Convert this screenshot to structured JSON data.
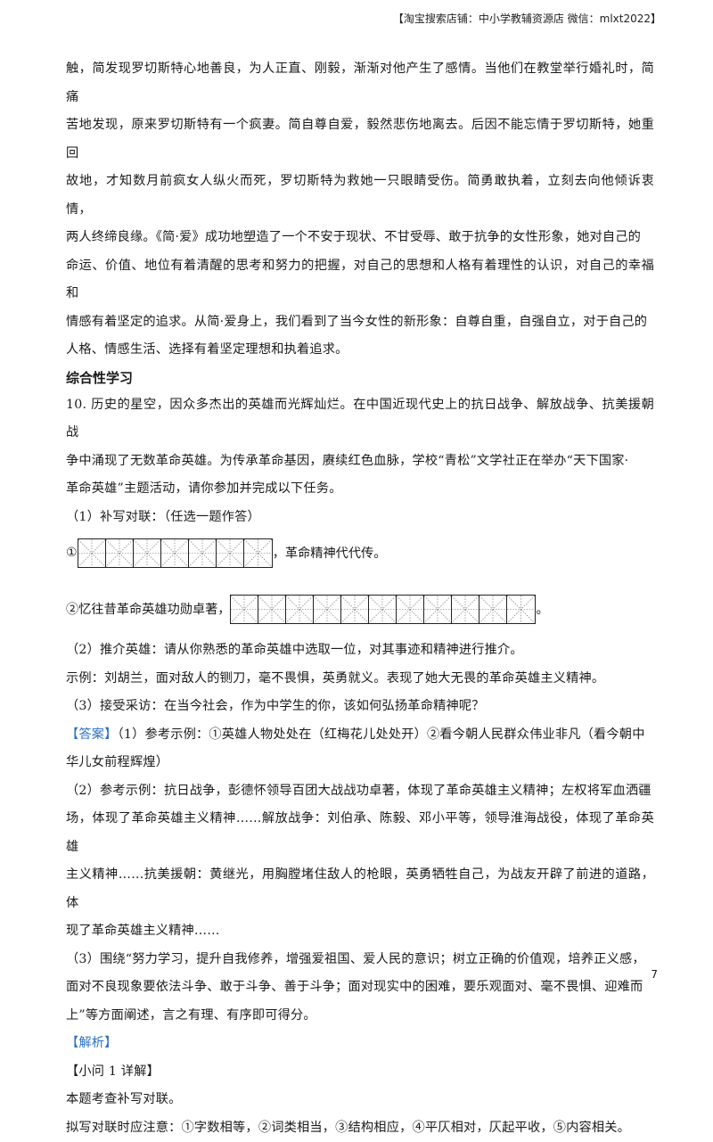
{
  "header": {
    "text": "【淘宝搜索店铺：中小学教辅资源店  微信：mlxt2022】"
  },
  "paragraphs_top": [
    "触，简发现罗切斯特心地善良，为人正直、刚毅，渐渐对他产生了感情。当他们在教堂举行婚礼时，简痛",
    "苦地发现，原来罗切斯特有一个疯妻。简自尊自爱，毅然悲伤地离去。后因不能忘情于罗切斯特，她重回",
    "故地，才知数月前疯女人纵火而死，罗切斯特为救她一只眼睛受伤。简勇敢执着，立刻去向他倾诉衷情，",
    "两人终缔良缘。《简·爱》成功地塑造了一个不安于现状、不甘受辱、敢于抗争的女性形象，她对自己的",
    "命运、价值、地位有着清醒的思考和努力的把握，对自己的思想和人格有着理性的认识，对自己的幸福和",
    "情感有着坚定的追求。从简·爱身上，我们看到了当今女性的新形象：自尊自重，自强自立，对于自己的",
    "人格、情感生活、选择有着坚定理想和执着追求。"
  ],
  "section_title": "综合性学习",
  "question": [
    "10. 历史的星空，因众多杰出的英雄而光辉灿烂。在中国近现代史上的抗日战争、解放战争、抗美援朝战",
    "争中涌现了无数革命英雄。为传承革命基因，赓续红色血脉，学校“青松”文学社正在举办“天下国家·",
    "革命英雄”主题活动，请你参加并完成以下任务。"
  ],
  "task1": "（1）补写对联：（任选一题作答）",
  "couplet1": {
    "prefix": "①",
    "suffix": "，革命精神代代传。"
  },
  "couplet2": {
    "prefix": "②忆往昔革命英雄功勋卓著，",
    "suffix": "。"
  },
  "task2": "（2）推介英雄：请从你熟悉的革命英雄中选取一位，对其事迹和精神进行推介。",
  "example": "示例：刘胡兰，面对敌人的铡刀，毫不畏惧，英勇就义。表现了她大无畏的革命英雄主义精神。",
  "task3": "（3）接受采访：在当今社会，作为中学生的你，该如何弘扬革命精神呢？",
  "answer_label": "【答案】",
  "answer1": [
    "（1）参考示例：①英雄人物处处在（红梅花儿处处开）②看今朝人民群众伟业非凡（看今朝中",
    "华儿女前程辉煌）"
  ],
  "answer2": [
    "（2）参考示例：抗日战争，彭德怀领导百团大战战功卓著，体现了革命英雄主义精神；左权将军血洒疆",
    "场，体现了革命英雄主义精神……解放战争：刘伯承、陈毅、邓小平等，领导淮海战役，体现了革命英雄",
    "主义精神……抗美援朝：黄继光，用胸膛堵住敌人的枪眼，英勇牺牲自己，为战友开辟了前进的道路，体",
    "现了革命英雄主义精神……"
  ],
  "answer3": [
    "（3）围绕“努力学习，提升自我修养，增强爱祖国、爱人民的意识；树立正确的价值观，培养正义感，",
    "面对不良现象要依法斗争、敢于斗争、善于斗争；面对现实中的困难，要乐观面对、毫不畏惧、迎难而",
    "上”等方面阐述，言之有理、有序即可得分。"
  ],
  "analysis_label": "【解析】",
  "sub_label": "【小问 1 详解】",
  "analysis": [
    "本题考查补写对联。",
    "拟写对联时应注意：①字数相等，②词类相当，③结构相应，④平仄相对，仄起平收，⑤内容相关。"
  ],
  "page_number": "7"
}
